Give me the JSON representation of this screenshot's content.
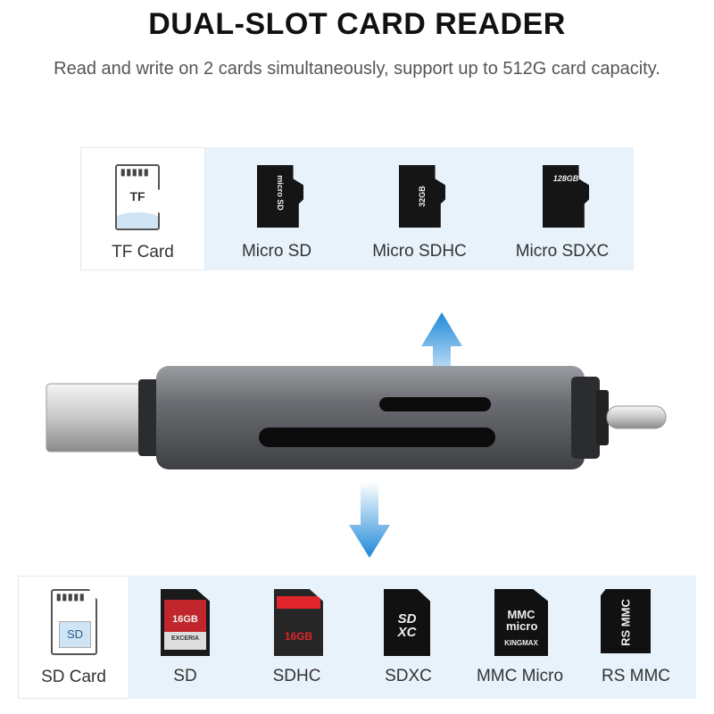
{
  "title": "DUAL-SLOT CARD READER",
  "subtitle": "Read and write on 2 cards simultaneously, support up to 512G card capacity.",
  "tf_panel": {
    "header": {
      "label": "TF Card",
      "icon_text": "TF"
    },
    "items": [
      {
        "label": "Micro SD",
        "card_text": "micro SD"
      },
      {
        "label": "Micro SDHC",
        "card_text": "32GB"
      },
      {
        "label": "Micro SDXC",
        "card_text": "128GB"
      }
    ]
  },
  "sd_panel": {
    "header": {
      "label": "SD Card",
      "icon_text": "SD"
    },
    "items": [
      {
        "label": "SD",
        "card_text": "16GB",
        "brand": "EXCERIA"
      },
      {
        "label": "SDHC",
        "card_text": "16GB"
      },
      {
        "label": "SDXC",
        "card_text": "SD XC"
      },
      {
        "label": "MMC Micro",
        "card_text": "MMC micro",
        "brand": "KINGMAX"
      },
      {
        "label": "RS MMC",
        "card_text": "RS MMC"
      }
    ]
  },
  "colors": {
    "panel": "#e8f2fa",
    "arrow": "#1e88d8",
    "body": "#6b6d72"
  }
}
